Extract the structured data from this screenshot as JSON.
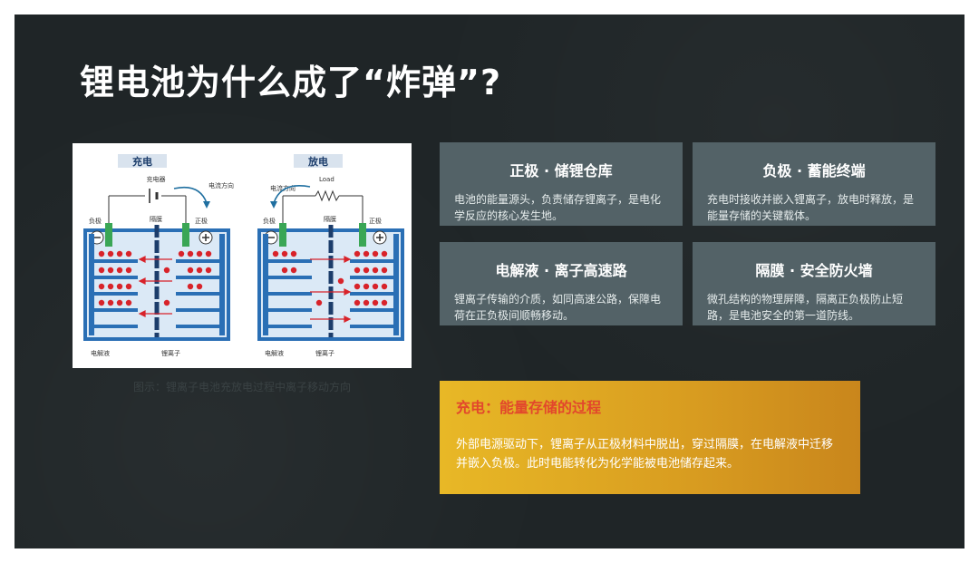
{
  "title": "锂电池为什么成了“炸弹”?",
  "figure": {
    "charge": {
      "header": "充电",
      "source": "充电器",
      "current": "电流方向",
      "negative": "负极",
      "separator": "隔膜",
      "positive": "正极",
      "electrolyte": "电解液",
      "ion": "锂离子"
    },
    "discharge": {
      "header": "放电",
      "current": "电流方向",
      "load": "Load",
      "negative": "负极",
      "separator": "隔膜",
      "positive": "正极",
      "electrolyte": "电解液",
      "ion": "锂离子"
    },
    "caption": "图示：锂离子电池充放电过程中离子移动方向"
  },
  "cards": [
    {
      "title": "正极 · 储锂仓库",
      "body": "电池的能量源头，负责储存锂离子，是电化学反应的核心发生地。"
    },
    {
      "title": "负极 · 蓄能终端",
      "body": "充电时接收并嵌入锂离子，放电时释放，是能量存储的关键载体。"
    },
    {
      "title": "电解液 · 离子高速路",
      "body": "锂离子传输的介质，如同高速公路，保障电荷在正负极间顺畅移动。"
    },
    {
      "title": "隔膜 · 安全防火墙",
      "body": "微孔结构的物理屏障，隔离正负极防止短路，是电池安全的第一道防线。"
    }
  ],
  "highlight": {
    "title": "充电：能量存储的过程",
    "body": "外部电源驱动下，锂离子从正极材料中脱出，穿过隔膜，在电解液中迁移并嵌入负极。此时电能转化为化学能被电池储存起来。"
  },
  "colors": {
    "background": "#1f2527",
    "card": "#536267",
    "highlight_start": "#e8b826",
    "highlight_title": "#e2472c",
    "electrode": "#2a6fb5",
    "terminal": "#3aa655",
    "ion": "#d8232a"
  }
}
